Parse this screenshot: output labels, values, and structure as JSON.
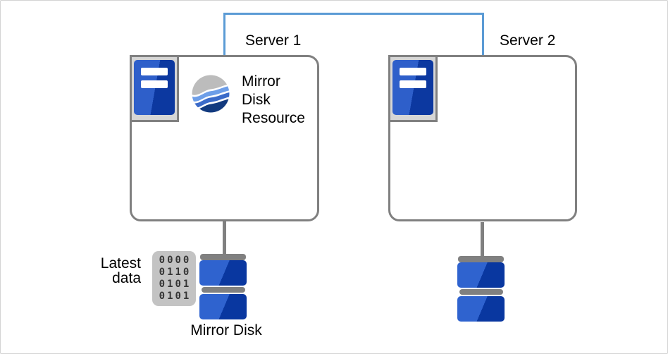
{
  "servers": {
    "server1": {
      "label": "Server 1",
      "resource_label_lines": [
        "Mirror",
        "Disk",
        "Resource"
      ]
    },
    "server2": {
      "label": "Server 2"
    }
  },
  "storage": {
    "mirror_disk_label": "Mirror Disk",
    "latest_data_label_lines": [
      "Latest",
      "data"
    ],
    "binary_icon_rows": [
      "0000",
      "0110",
      "0101",
      "0101"
    ]
  },
  "colors": {
    "link_blue": "#5B9BD5",
    "outline_gray": "#808080",
    "icon_plate_gray": "#D6D6D6",
    "tower_light": "#2E5FCA",
    "tower_dark": "#0C38A0",
    "disk_light": "#2F63CF",
    "disk_dark": "#0937A0",
    "globe_gray": "#BCBCBC",
    "globe_light_blue": "#6D9EE8",
    "globe_mid_blue": "#3B6BC9",
    "globe_navy": "#123A7F",
    "binary_bg": "#C3C3C3",
    "binary_text": "#363636",
    "frame_border": "#D3D3D3"
  }
}
